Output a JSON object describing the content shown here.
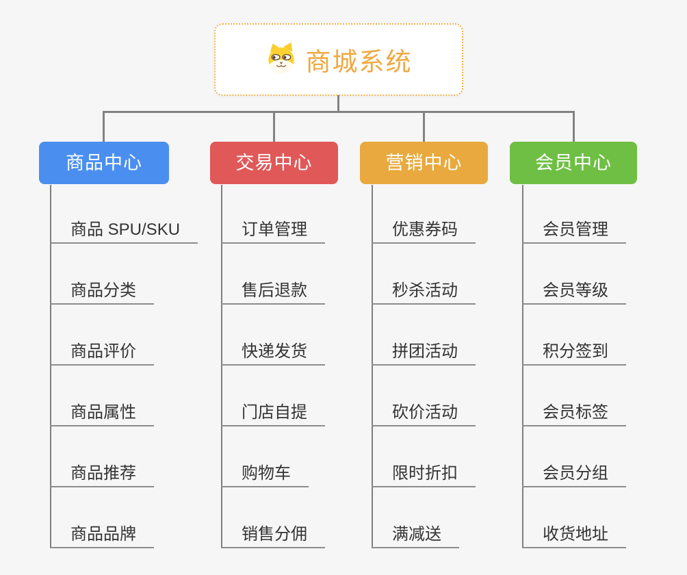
{
  "background_color": "#f6f6f6",
  "connector_color": "#828282",
  "root": {
    "title": "商城系统",
    "icon": "dog-face-icon",
    "text_color": "#efa940",
    "border_color": "#f2b04b"
  },
  "branches": [
    {
      "label": "商品中心",
      "color": "#4a8ff0",
      "children": [
        "商品 SPU/SKU",
        "商品分类",
        "商品评价",
        "商品属性",
        "商品推荐",
        "商品品牌"
      ]
    },
    {
      "label": "交易中心",
      "color": "#e05858",
      "children": [
        "订单管理",
        "售后退款",
        "快递发货",
        "门店自提",
        "购物车",
        "销售分佣"
      ]
    },
    {
      "label": "营销中心",
      "color": "#e9a93e",
      "children": [
        "优惠券码",
        "秒杀活动",
        "拼团活动",
        "砍价活动",
        "限时折扣",
        "满减送"
      ]
    },
    {
      "label": "会员中心",
      "color": "#6fbf45",
      "children": [
        "会员管理",
        "会员等级",
        "积分签到",
        "会员标签",
        "会员分组",
        "收货地址"
      ]
    }
  ]
}
